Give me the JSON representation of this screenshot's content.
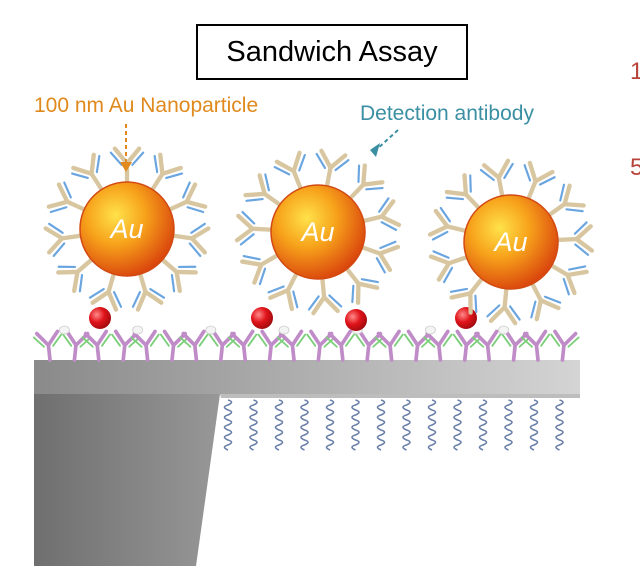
{
  "title": "Sandwich Assay",
  "labels": {
    "nanoparticle": "100 nm Au Nanoparticle",
    "detection_antibody": "Detection antibody"
  },
  "particle_label": "Au",
  "particles": [
    {
      "label": "Au"
    },
    {
      "label": "Au"
    },
    {
      "label": "Au"
    }
  ],
  "edge_fragments": [
    "1",
    "5"
  ],
  "colors": {
    "nanoparticle_label": "#e08a1e",
    "antibody_label": "#3a8fa3",
    "gold_core": "#f5a623",
    "gold_edge": "#d94a10",
    "antigen": "#d0181e",
    "capture_antibody": "#c08cc8",
    "detection_antibody": "#d8c6a0",
    "substrate": "#9a9a9a"
  }
}
